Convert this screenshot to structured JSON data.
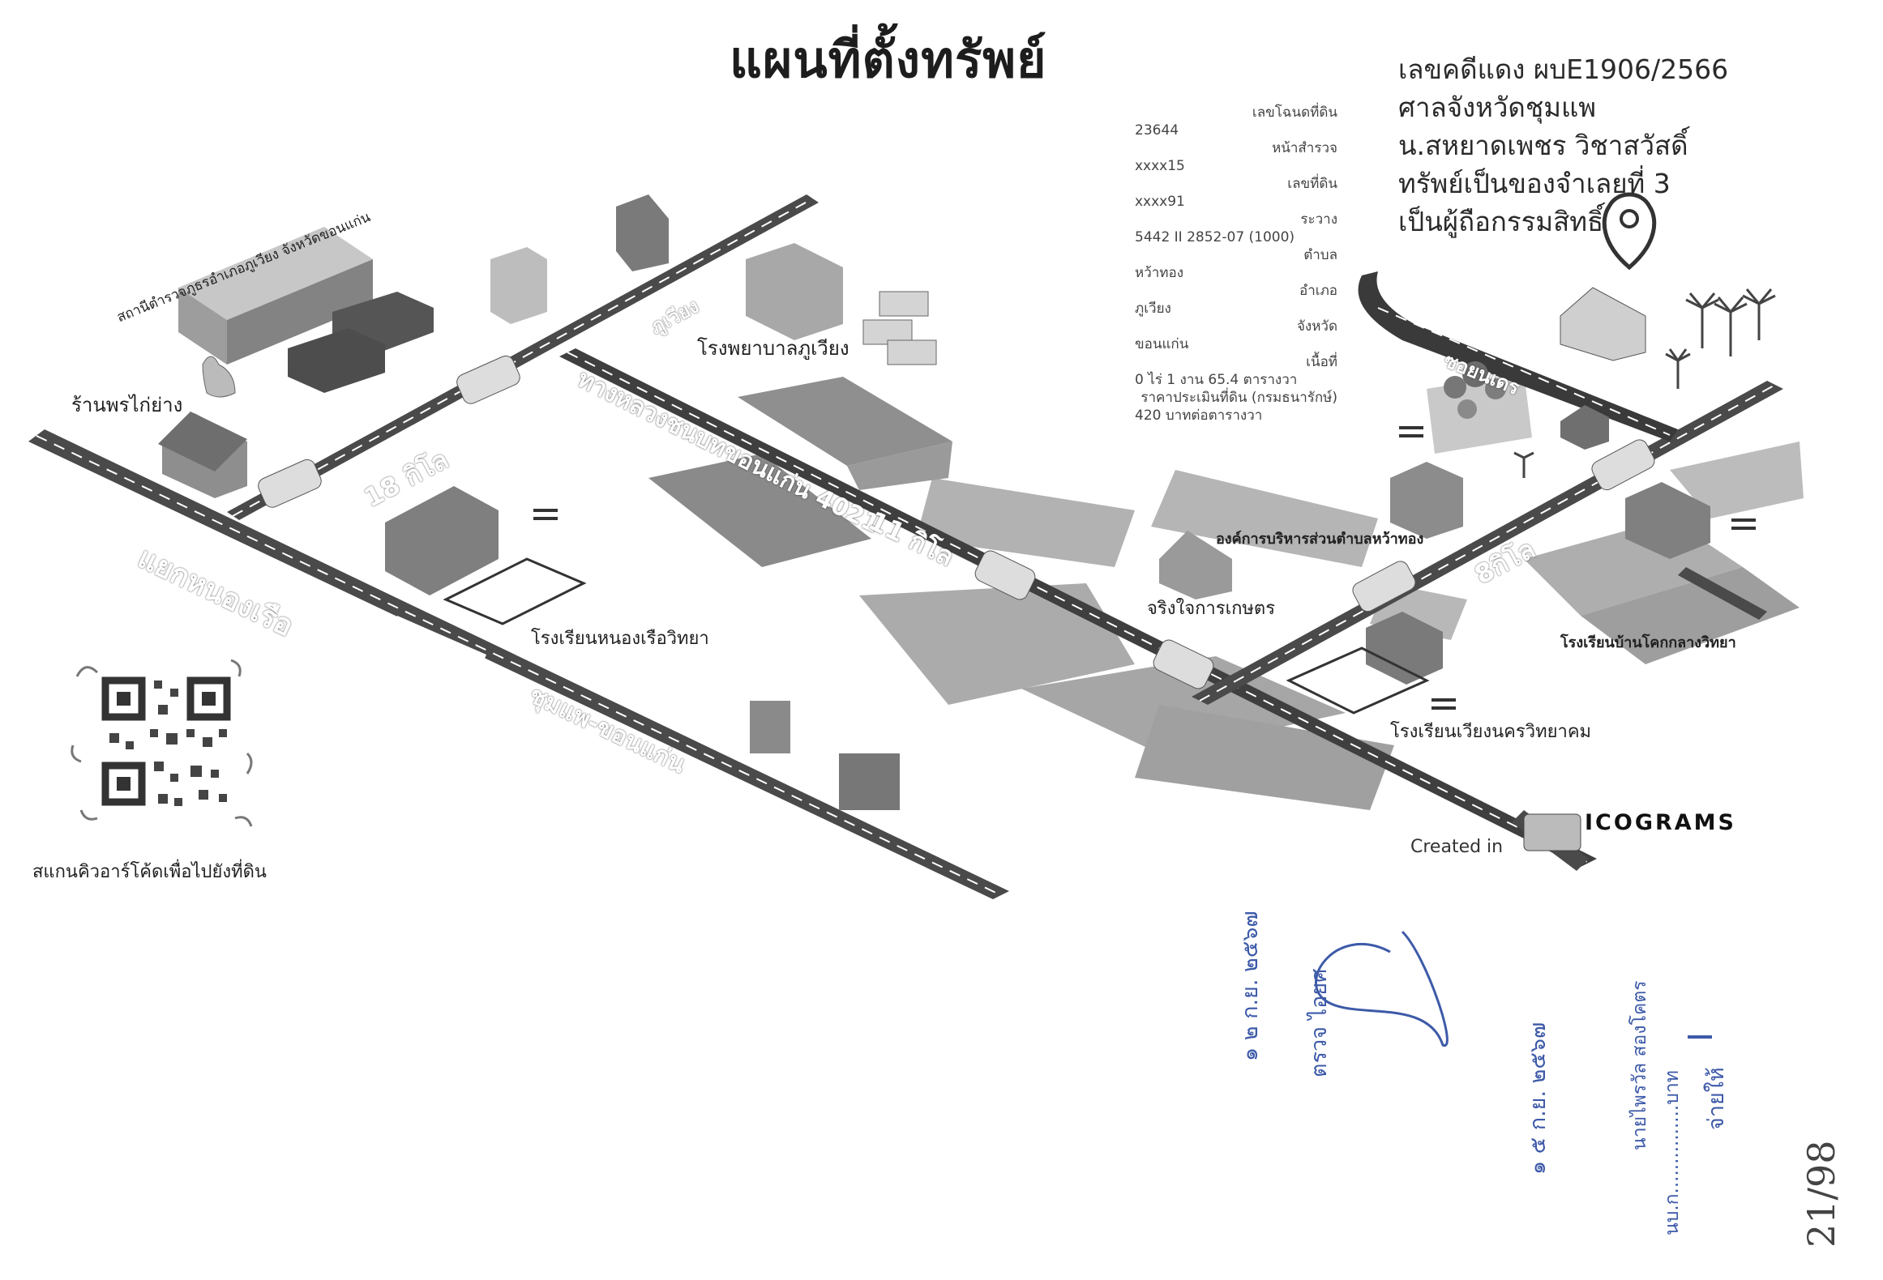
{
  "title": "แผนที่ตั้งทรัพย์",
  "case_info": {
    "line1": "เลขคดีแดง ผบE1906/2566",
    "line2": "ศาลจังหวัดชุมแพ",
    "line3": "น.สหยาดเพชร วิชาสวัสดิ์",
    "line4": "ทรัพย์เป็นของจำเลยที่ 3",
    "line5": "เป็นผู้ถือกรรมสิทธิ์"
  },
  "property_info": {
    "deed_no_label": "เลขโฉนดที่ดิน",
    "deed_no": "23644",
    "survey_page_label": "หน้าสำรวจ",
    "survey_page": "xxxx15",
    "land_no_label": "เลขที่ดิน",
    "land_no": "xxxx91",
    "map_sheet_label": "ระวาง",
    "map_sheet": "5442 II 2852-07 (1000)",
    "subdistrict_label": "ตำบล",
    "subdistrict": "หว้าทอง",
    "district_label": "อำเภอ",
    "district": "ภูเวียง",
    "province_label": "จังหวัด",
    "province": "ขอนแก่น",
    "area_label": "เนื้อที่",
    "area": "0 ไร่ 1 งาน 65.4 ตารางวา",
    "appraisal_label": "ราคาประเมินที่ดิน (กรมธนารักษ์)",
    "appraisal": "420 บาทต่อตารางวา"
  },
  "roads": {
    "junction": "แยกหนองเรือ",
    "highway_main": "ชุมแพ-ขอนแก่น",
    "highway_4021": "ทางหลวงชนบทขอนแก่น 4021",
    "to_phuwiang": "ภูเวียง",
    "local_road": "ซอยนเดร"
  },
  "distances": {
    "d18": "18 กิโล",
    "d11": "11 กิโล",
    "d8": "8กิโล"
  },
  "places": {
    "police_station": "สถานีตำรวจภูธรอำเภอภูเวียง จังหวัดขอนแก่น",
    "grilled_chicken": "ร้านพรไก่ย่าง",
    "hospital": "โรงพยาบาลภูเวียง",
    "school_nongruea": "โรงเรียนหนองเรือวิทยา",
    "sao_office": "องค์การบริหารส่วนตำบลหว้าทอง",
    "farm_shop": "จริงใจการเกษตร",
    "school_ban_khok": "โรงเรียนบ้านโคกกลางวิทยา",
    "school_wiang": "โรงเรียนเวียงนครวิทยาคม"
  },
  "qr_caption": "สแกนคิวอาร์โค้ดเพื่อไปยังที่ดิน",
  "credit": {
    "created_in": "Created in",
    "brand": "ICOGRAMS"
  },
  "stamps": {
    "stamp1_date": "๑ ๒ ก.ย. ๒๕๖๗",
    "stamp1_name": "ตรวจ ไอยศ",
    "stamp2_date": "๑ ๕ ก.ย. ๒๕๖๗",
    "stamp3_top": "จ่ายให้",
    "stamp3_name": "นายไพรวัล สองโคตร",
    "stamp3_bottom": "นบ.ก...............บาท",
    "handwritten": "21/98"
  },
  "colors": {
    "road": "#4a4a4a",
    "road_dark": "#353535",
    "field": "#a3a3a3",
    "field_light": "#c8c8c8",
    "building": "#8a8a8a",
    "stamp_blue": "#3d5aa8",
    "pin": "#333333"
  }
}
